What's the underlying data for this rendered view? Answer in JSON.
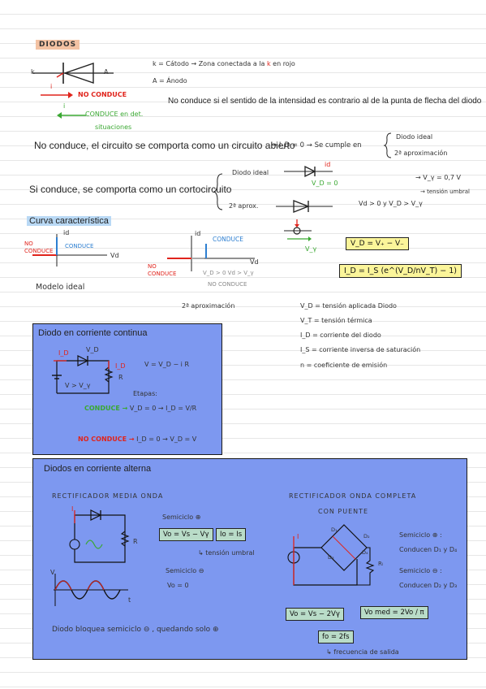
{
  "title": "DIODOS",
  "symbol": {
    "k": "k",
    "a": "A",
    "i": "i"
  },
  "legend": {
    "k_def": "k = Cátodo → Zona conectada a la",
    "k_red": "k",
    "k_tail": "en rojo",
    "a_def": "A = Ánodo"
  },
  "no_conduce_label": "NO CONDUCE",
  "conduce_label": "CONDUCE en det.",
  "conduce_label2": "situaciones",
  "rule_text": "No conduce si el sentido de la intensidad es contrario al de la punta de flecha del diodo",
  "open_circuit": {
    "text": "No conduce, el circuito se comporta como un circuito abierto",
    "formula": "→ I_D = 0 → Se cumple en",
    "case1": "Diodo ideal",
    "case2": "2ª aproximación"
  },
  "short_circuit": {
    "text": "Si conduce, se comporta como un cortocircuito",
    "ideal": "Diodo ideal",
    "vd0": "V_D = 0",
    "id": "id",
    "aprox": "2ª aprox.",
    "cond1": "Vd > 0  y  V_D > V_γ",
    "vy": "→ V_γ = 0,7 V",
    "umbral": "→ tensión umbral"
  },
  "curve": {
    "title": "Curva característica",
    "id": "id",
    "vd": "Vd",
    "no_conduce": "NO CONDUCE",
    "conduce": "CONDUCE",
    "model": "Modelo ideal",
    "id2": "id",
    "vd2": "Vd",
    "conduce2": "CONDUCE",
    "no_conduce2": "NO CONDUCE",
    "vd_cond": "V_D > 0   Vd > V_γ",
    "no_conduce3": "NO CONDUCE",
    "aprox": "2ª aproximación",
    "vy": "V_γ"
  },
  "formulas": {
    "vd_eq": "V_D = V₊ − V₋",
    "id_eq": "I_D = I_S (e^(V_D/nV_T) − 1)"
  },
  "definitions": [
    "V_D = tensión aplicada Diodo",
    "V_T = tensión térmica",
    "I_D = corriente del diodo",
    "I_S = corriente inversa de saturación",
    "n = coeficiente de emisión"
  ],
  "dc_box": {
    "title": "Diodo en corriente continua",
    "id": "I_D",
    "vd": "V_D",
    "vr": "V = V_D − i R",
    "vsup": "V > V_γ",
    "r": "R",
    "etapas": "Etapas:",
    "cond": "CONDUCE →",
    "cond_eq": "V_D = 0 → I_D = V/R",
    "nocond": "NO CONDUCE →",
    "nocond_eq": "I_D = 0 → V_D = V",
    "plus": "+",
    "minus": "−"
  },
  "ac_box": {
    "title": "Diodos en corriente alterna",
    "half_title": "RECTIFICADOR MEDIA ONDA",
    "full_title": "RECTIFICADOR ONDA COMPLETA",
    "full_sub": "CON PUENTE",
    "semi_pos": "Semiciclo ⊕",
    "semi_neg": "Semiciclo ⊖",
    "eq1": "Vo = Vs − Vγ",
    "eq1b": "Io = Is",
    "umbral": "tensión umbral",
    "vo0": "Vo = 0",
    "bridge_pos": "Semiciclo ⊕ :",
    "bridge_pos2": "Conducen D₁ y D₄",
    "bridge_neg": "Semiciclo ⊖ :",
    "bridge_neg2": "Conducen D₂ y D₃",
    "eq2": "Vo = Vs − 2Vγ",
    "eq3": "Vo med = 2Vo / π",
    "eq4": "fo = 2fs",
    "freq": "frecuencia de salida",
    "bottom": "Diodo bloquea semiciclo ⊖ , quedando solo ⊕",
    "v": "V",
    "t": "t",
    "r": "R",
    "i": "I",
    "rl": "Rₗ",
    "d1": "D₁",
    "d2": "D₂",
    "d3": "D₃",
    "d4": "D₄"
  }
}
